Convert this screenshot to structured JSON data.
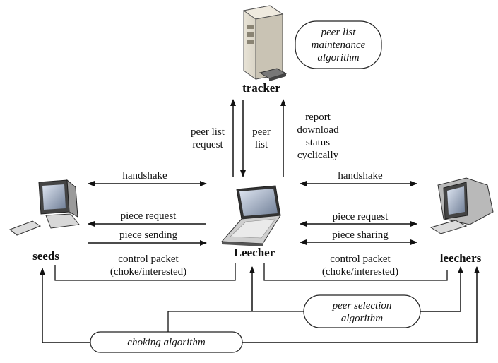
{
  "nodes": {
    "tracker": "tracker",
    "seeds": "seeds",
    "leecher": "Leecher",
    "leechers": "leechers"
  },
  "algorithms": {
    "peer_list_maintenance": [
      "peer list",
      "maintenance",
      "algorithm"
    ],
    "peer_selection": [
      "peer selection",
      "algorithm"
    ],
    "choking": "choking algorithm"
  },
  "tracker_links": {
    "peer_list_request": [
      "peer list",
      "request"
    ],
    "peer_list": [
      "peer",
      "list"
    ],
    "report": [
      "report",
      "download",
      "status",
      "cyclically"
    ]
  },
  "left_links": {
    "handshake": "handshake",
    "piece_request": "piece request",
    "piece_sending": "piece sending",
    "control_packet": [
      "control packet",
      "(choke/interested)"
    ]
  },
  "right_links": {
    "handshake": "handshake",
    "piece_request": "piece request",
    "piece_sharing": "piece sharing",
    "control_packet": [
      "control packet",
      "(choke/interested)"
    ]
  }
}
